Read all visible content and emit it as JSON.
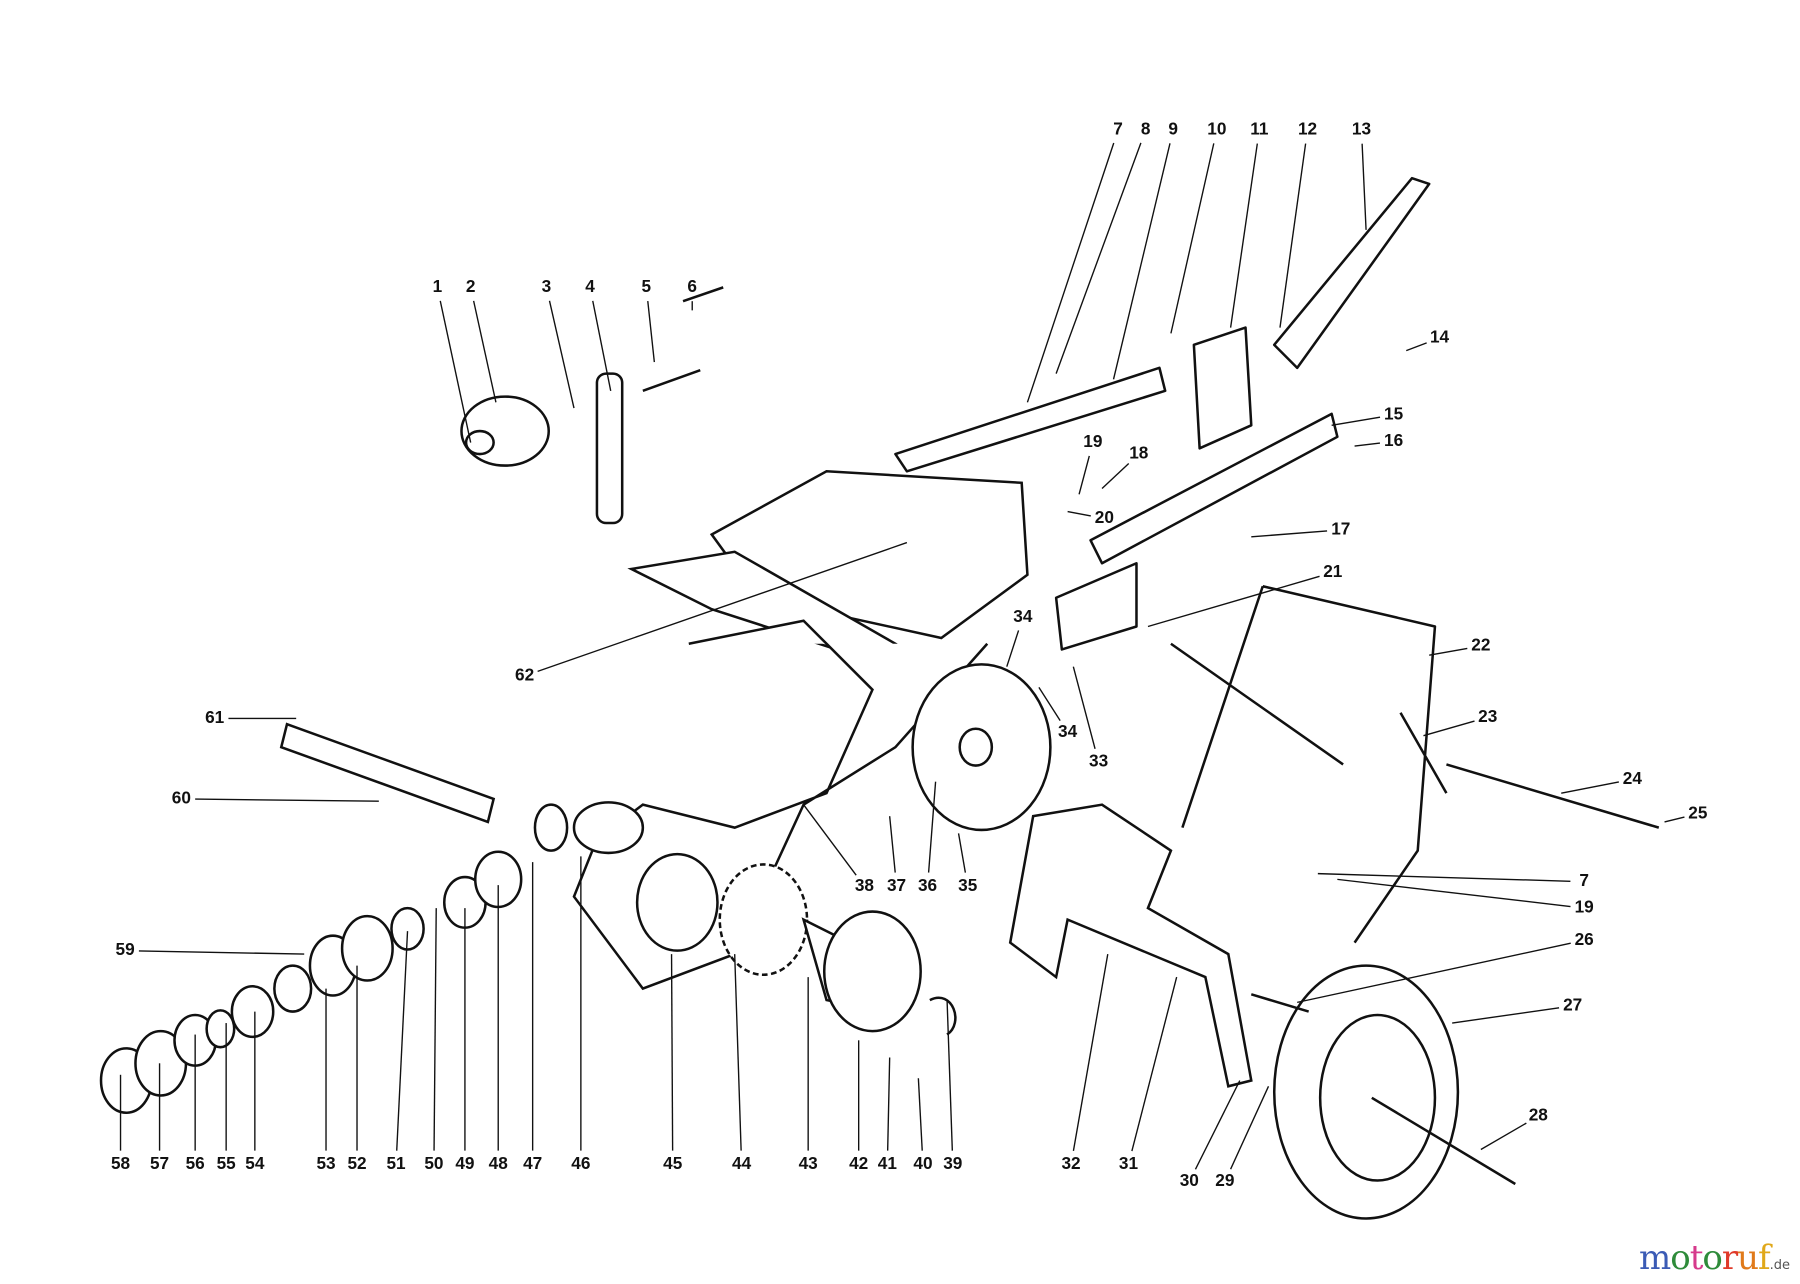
{
  "diagram": {
    "part_labels": [
      "1",
      "2",
      "3",
      "4",
      "5",
      "6",
      "7",
      "8",
      "9",
      "10",
      "11",
      "12",
      "13",
      "14",
      "15",
      "16",
      "17",
      "18",
      "19",
      "20",
      "21",
      "22",
      "23",
      "24",
      "25",
      "7",
      "19",
      "26",
      "27",
      "28",
      "29",
      "30",
      "31",
      "32",
      "33",
      "34",
      "34",
      "35",
      "36",
      "37",
      "38",
      "39",
      "40",
      "41",
      "42",
      "43",
      "44",
      "45",
      "46",
      "47",
      "48",
      "49",
      "50",
      "51",
      "52",
      "53",
      "54",
      "55",
      "56",
      "57",
      "58",
      "59",
      "60",
      "61",
      "62"
    ]
  },
  "watermark": {
    "text": "motoruf",
    "suffix": ".de",
    "colors": [
      "#3b5bb5",
      "#2e8b3a",
      "#d63a8c",
      "#2e8b3a",
      "#e03a2a",
      "#e07a1a",
      "#e0a81a"
    ]
  }
}
